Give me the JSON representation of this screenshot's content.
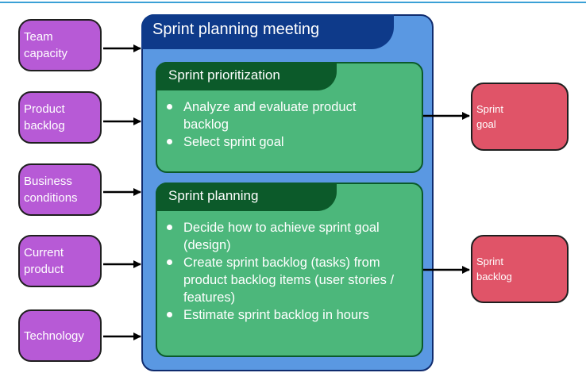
{
  "inputs": [
    {
      "lines": [
        "Team",
        "capacity"
      ]
    },
    {
      "lines": [
        "Product",
        "backlog"
      ]
    },
    {
      "lines": [
        "Business",
        "conditions"
      ]
    },
    {
      "lines": [
        "Current",
        "product"
      ]
    },
    {
      "lines": [
        "Technology"
      ]
    }
  ],
  "meeting": {
    "title": "Sprint planning meeting"
  },
  "prioritization": {
    "title": "Sprint prioritization",
    "bullets": [
      [
        "Analyze and evaluate product",
        "backlog"
      ],
      [
        "Select sprint goal"
      ]
    ]
  },
  "planning": {
    "title": "Sprint planning",
    "bullets": [
      [
        "Decide how to achieve sprint goal",
        "(design)"
      ],
      [
        "Create sprint backlog (tasks) from",
        "product backlog items (user stories /",
        "features)"
      ],
      [
        "Estimate sprint backlog in hours"
      ]
    ]
  },
  "outputs": [
    {
      "lines": [
        "Sprint",
        "goal"
      ]
    },
    {
      "lines": [
        "Sprint",
        "backlog"
      ]
    }
  ],
  "colors": {
    "input": "#b75ad6",
    "output": "#e05468",
    "meeting": "#5a98e2",
    "meeting_header": "#0e3a8a",
    "sub_panel": "#4cb77b",
    "sub_header": "#0c5a2a",
    "accent_line": "#3aa0d6"
  }
}
